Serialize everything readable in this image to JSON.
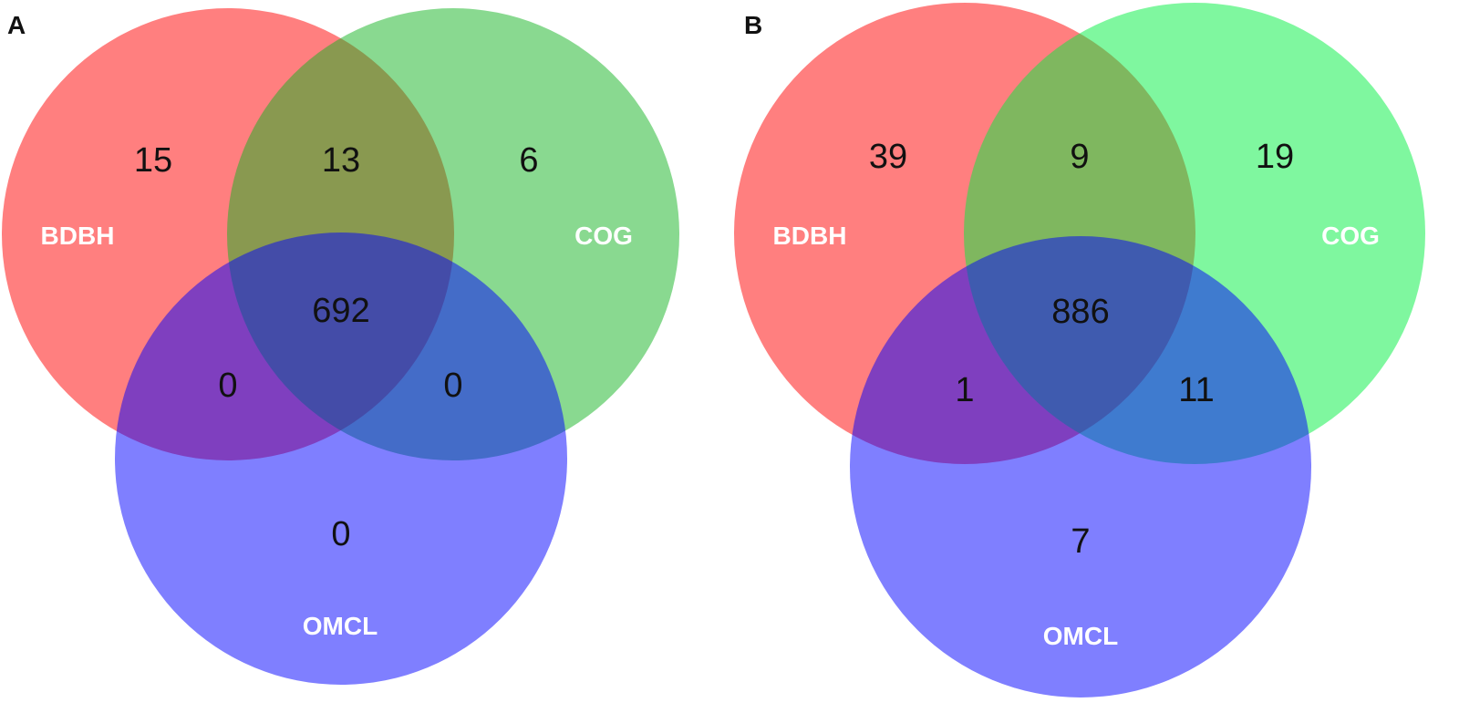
{
  "panels": [
    {
      "letter": "A",
      "sets": [
        {
          "name": "BDBH",
          "color": "#ff0000"
        },
        {
          "name": "COG",
          "color": "#13b321"
        },
        {
          "name": "OMCL",
          "color": "#0000ff"
        }
      ],
      "counts": {
        "bdbh_only": "15",
        "bdbh_cog": "13",
        "cog_only": "6",
        "all_three": "692",
        "bdbh_omcl": "0",
        "cog_omcl": "0",
        "omcl_only": "0"
      }
    },
    {
      "letter": "B",
      "sets": [
        {
          "name": "BDBH",
          "color": "#ff0000"
        },
        {
          "name": "COG",
          "color": "#00f040"
        },
        {
          "name": "OMCL",
          "color": "#0000ff"
        }
      ],
      "counts": {
        "bdbh_only": "39",
        "bdbh_cog": "9",
        "cog_only": "19",
        "all_three": "886",
        "bdbh_omcl": "1",
        "cog_omcl": "11",
        "omcl_only": "7"
      }
    }
  ]
}
